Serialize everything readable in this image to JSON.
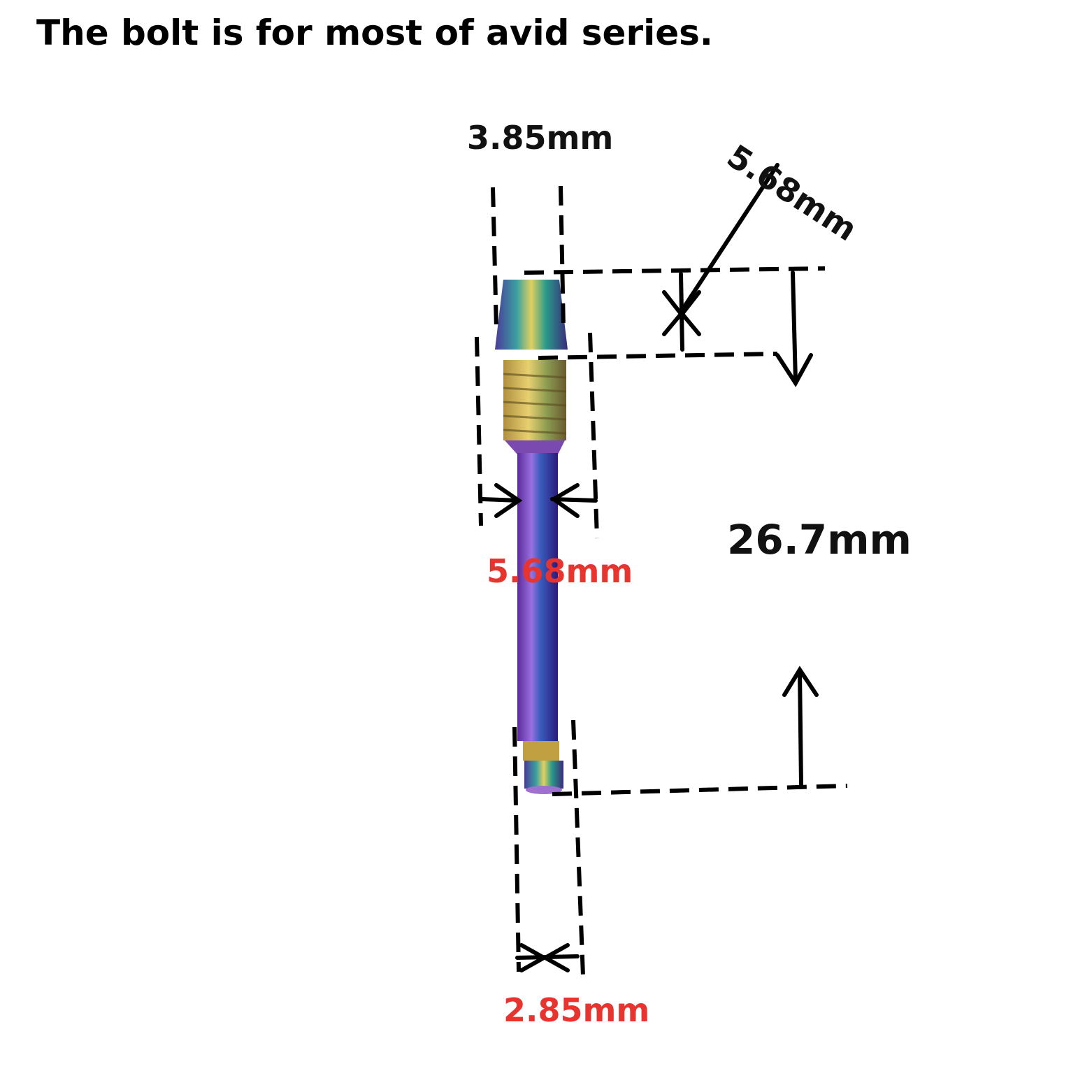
{
  "heading": "The bolt is for most of avid series.",
  "dimensions": {
    "top_width": "3.85mm",
    "head_height": "5.68mm",
    "thread_diameter": "5.68mm",
    "total_length": "26.7mm",
    "tip_diameter": "2.85mm"
  },
  "colors": {
    "label_dark": "#111111",
    "label_red": "#e8342e"
  }
}
